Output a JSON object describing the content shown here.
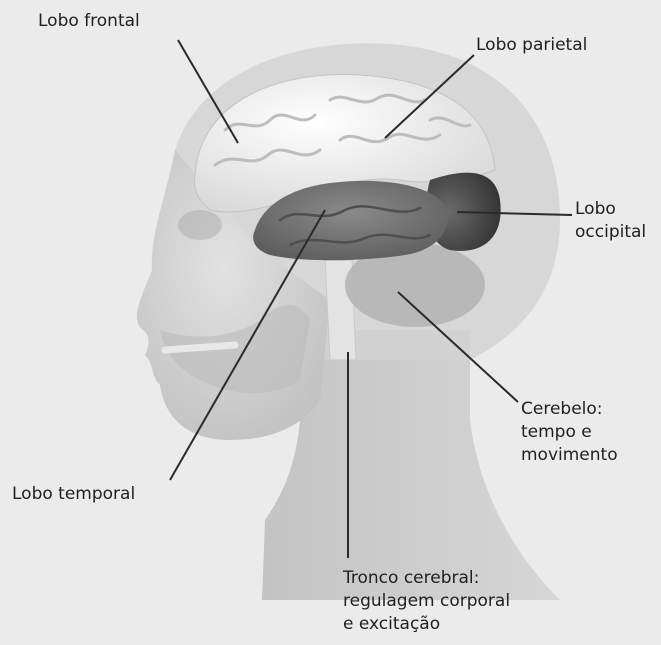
{
  "labels": {
    "frontal": [
      "Lobo frontal"
    ],
    "parietal": [
      "Lobo parietal"
    ],
    "occipital": [
      "Lobo",
      "occipital"
    ],
    "cerebellum": [
      "Cerebelo:",
      "tempo e",
      "movimento"
    ],
    "temporal": [
      "Lobo temporal"
    ],
    "brainstem": [
      "Tronco cerebral:",
      "regulagem corporal",
      "e excitação"
    ]
  },
  "colors": {
    "background": "#ebebeb",
    "leader_line": "#2a2a2a",
    "frontal_parietal": "#f2f2f2",
    "temporal_lobe": "#6e6e6e",
    "occipital_lobe": "#4a4a4a",
    "skin": "#cfcfcf"
  }
}
